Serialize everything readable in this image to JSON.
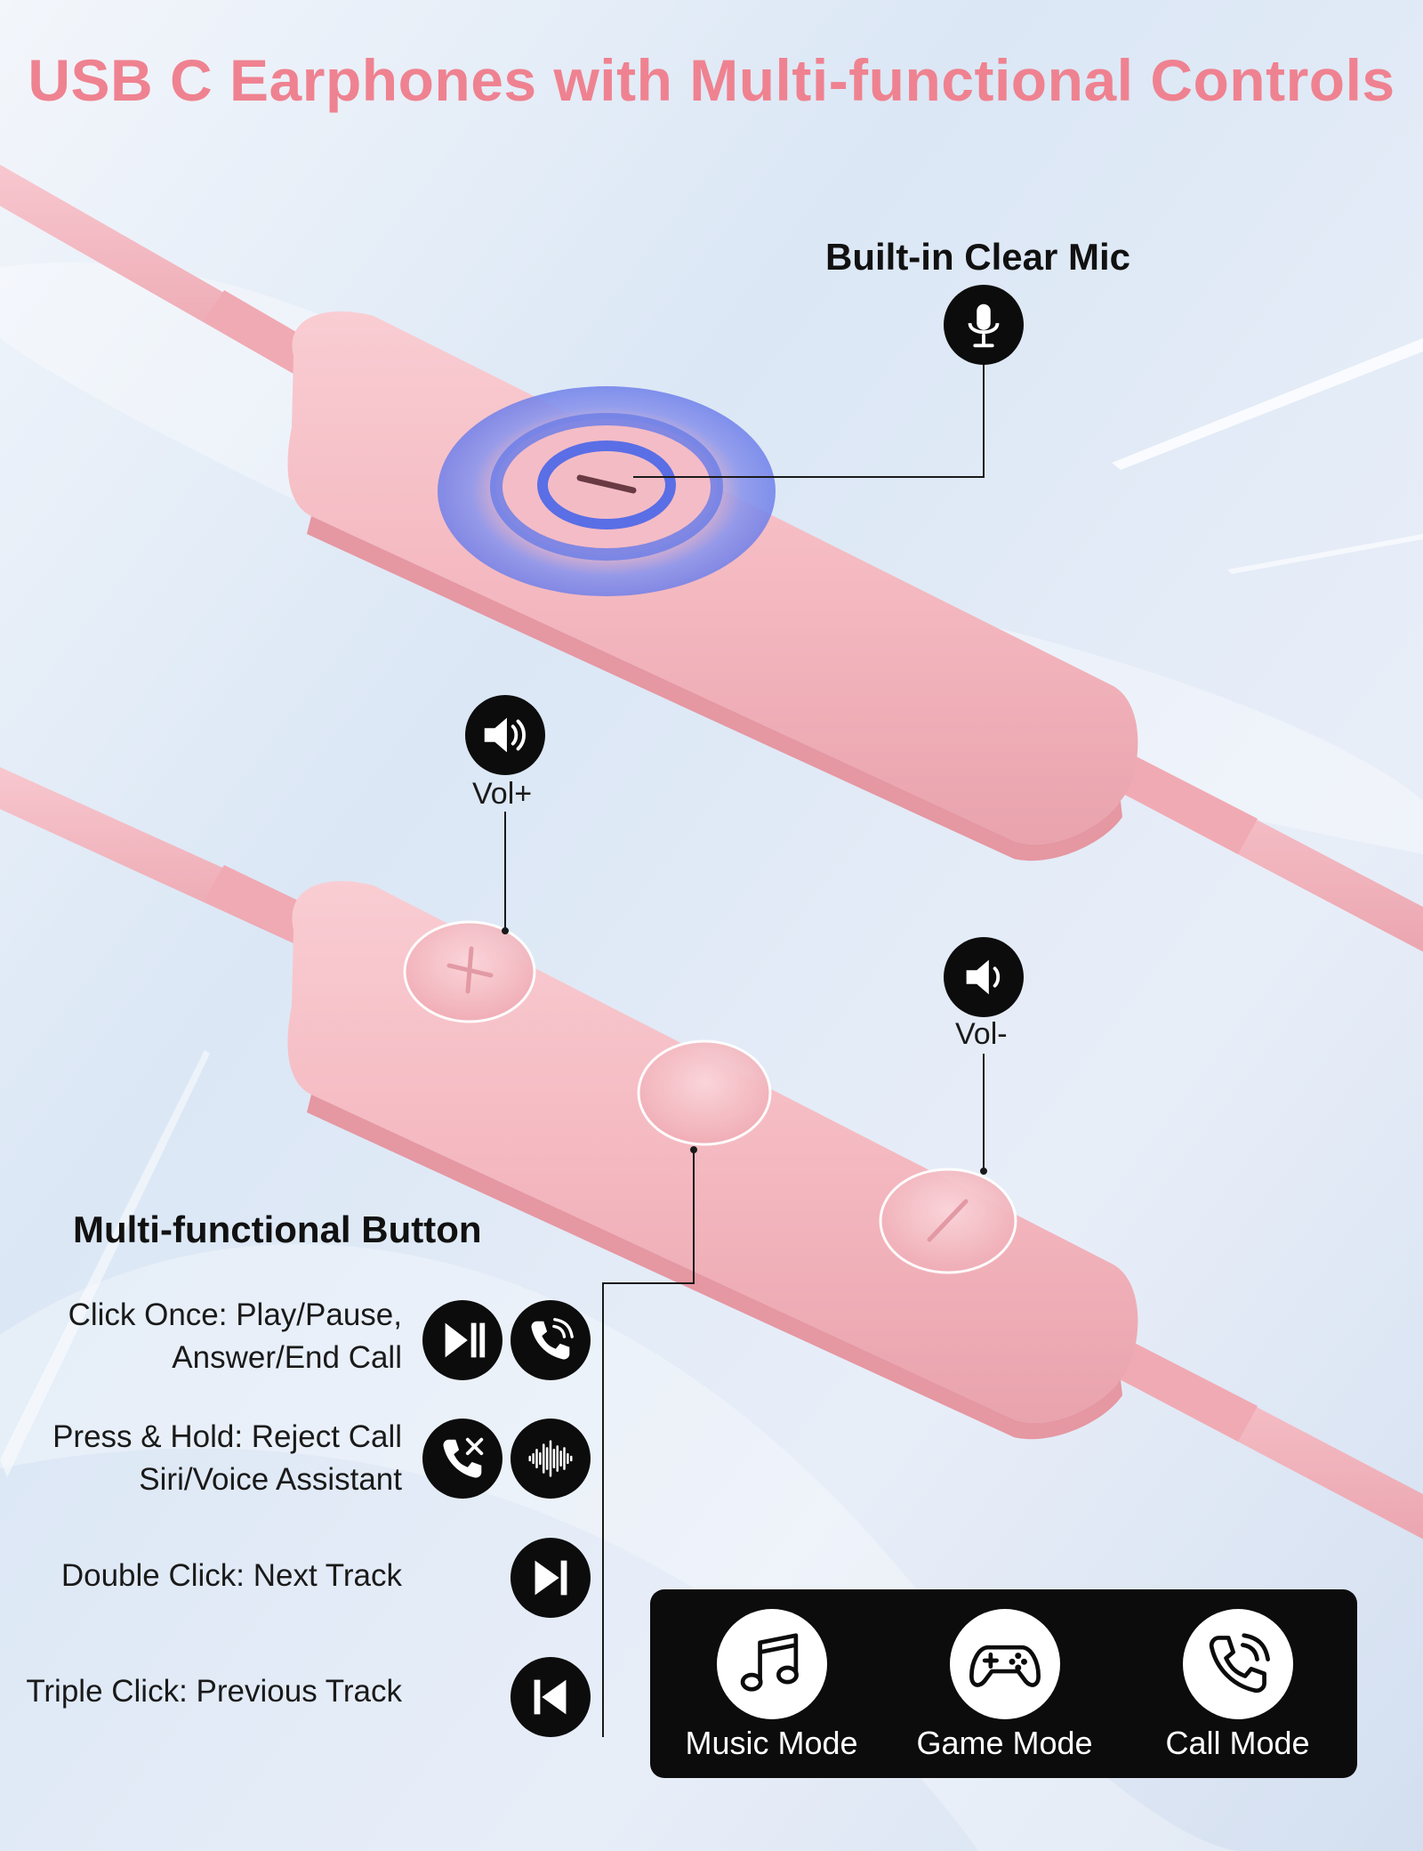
{
  "title": "USB C Earphones with Multi-functional Controls",
  "mic": {
    "label": "Built-in Clear Mic",
    "icon": "microphone-icon"
  },
  "volume": {
    "up_label": "Vol+",
    "up_icon": "speaker-loud-icon",
    "down_label": "Vol-",
    "down_icon": "speaker-quiet-icon"
  },
  "multi_button": {
    "heading": "Multi-functional Button",
    "functions": [
      {
        "line1": "Click Once: Play/Pause,",
        "line2": "Answer/End Call",
        "icons": [
          "play-pause-icon",
          "phone-call-icon"
        ]
      },
      {
        "line1": "Press & Hold: Reject Call",
        "line2": "Siri/Voice Assistant",
        "icons": [
          "reject-call-icon",
          "voice-wave-icon"
        ]
      },
      {
        "line1": "Double Click: Next Track",
        "icons": [
          "next-track-icon"
        ]
      },
      {
        "line1": "Triple Click: Previous Track",
        "icons": [
          "previous-track-icon"
        ]
      }
    ]
  },
  "modes": [
    {
      "label": "Music Mode",
      "icon": "music-note-icon"
    },
    {
      "label": "Game Mode",
      "icon": "gamepad-icon"
    },
    {
      "label": "Call Mode",
      "icon": "phone-icon"
    }
  ],
  "colors": {
    "title_pink": "#ef8290",
    "remote_pink": "#f5b8c0",
    "mic_rings_blue": "#5a6ee6",
    "badge_black": "#0c0c0c"
  }
}
